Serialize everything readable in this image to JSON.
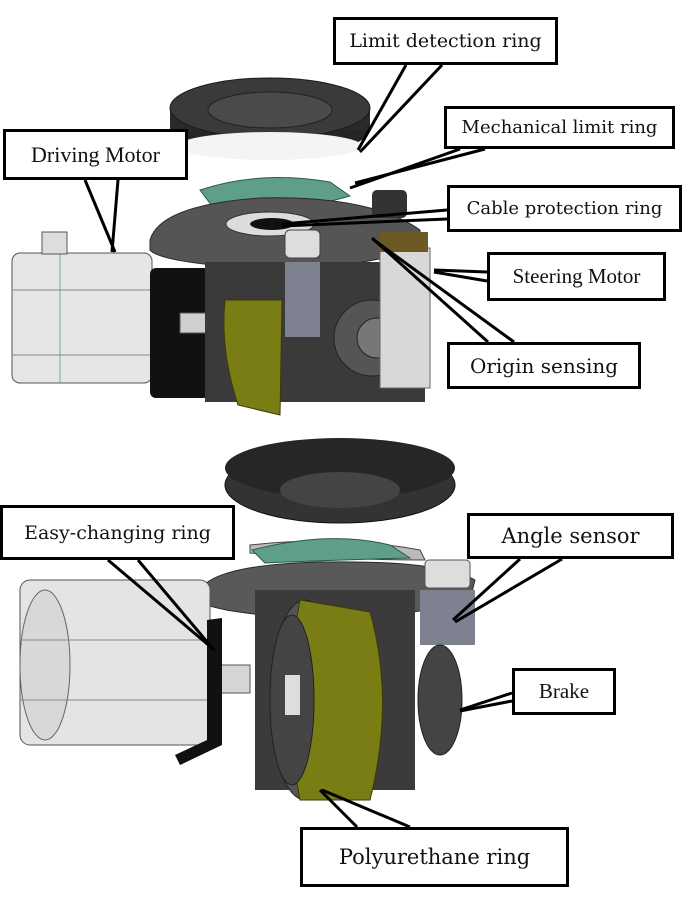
{
  "diagram": {
    "title": "AGV drive wheel assembly exploded views",
    "colors": {
      "polyurethane": "#7a7d14",
      "polyurethane_light": "#9a9c22",
      "gear_dark": "#2e2e2e",
      "housing": "#4a4a4a",
      "motor_body": "#e6e6e6",
      "gasket_green": "#5f9e8a",
      "sensor_blue": "#7e8290",
      "steering_motor_bronze": "#6d5a22"
    },
    "labels": {
      "limit_detection_ring": "Limit detection ring",
      "mechanical_limit_ring": "Mechanical limit ring",
      "driving_motor": "Driving Motor",
      "cable_protection_ring": "Cable protection ring",
      "steering_motor": "Steering Motor",
      "origin_sensing": "Origin sensing",
      "easy_changing_ring": "Easy-changing ring",
      "angle_sensor": "Angle sensor",
      "brake": "Brake",
      "polyurethane_ring": "Polyurethane ring"
    }
  }
}
